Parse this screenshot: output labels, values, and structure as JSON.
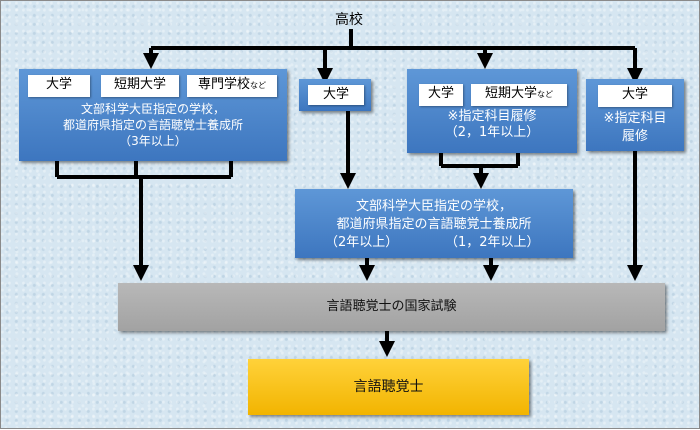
{
  "top": {
    "label": "高校"
  },
  "box1": {
    "univ": "大学",
    "junior": "短期大学",
    "vocational": "専門学校",
    "vocational_suffix": "など",
    "line1": "文部科学大臣指定の学校，",
    "line2": "都道府県指定の言語聴覚士養成所",
    "line3": "（3年以上）"
  },
  "box2": {
    "univ": "大学"
  },
  "box3": {
    "univ": "大学",
    "junior": "短期大学",
    "junior_suffix": "など",
    "line1": "※指定科目履修",
    "line2": "（2，1年以上）"
  },
  "box4": {
    "univ": "大学",
    "line1": "※指定科目",
    "line2": "履修"
  },
  "box5": {
    "line1": "文部科学大臣指定の学校，",
    "line2": "都道府県指定の言語聴覚士養成所",
    "left": "（2年以上）",
    "right": "（1，2年以上）"
  },
  "exam": {
    "label": "言語聴覚士の国家試験"
  },
  "result": {
    "label": "言語聴覚士"
  },
  "colors": {
    "box_blue": "#4a84cc",
    "exam_gray": "#b0b0b0",
    "result_gold": "#f7c31c",
    "line": "#000000"
  }
}
